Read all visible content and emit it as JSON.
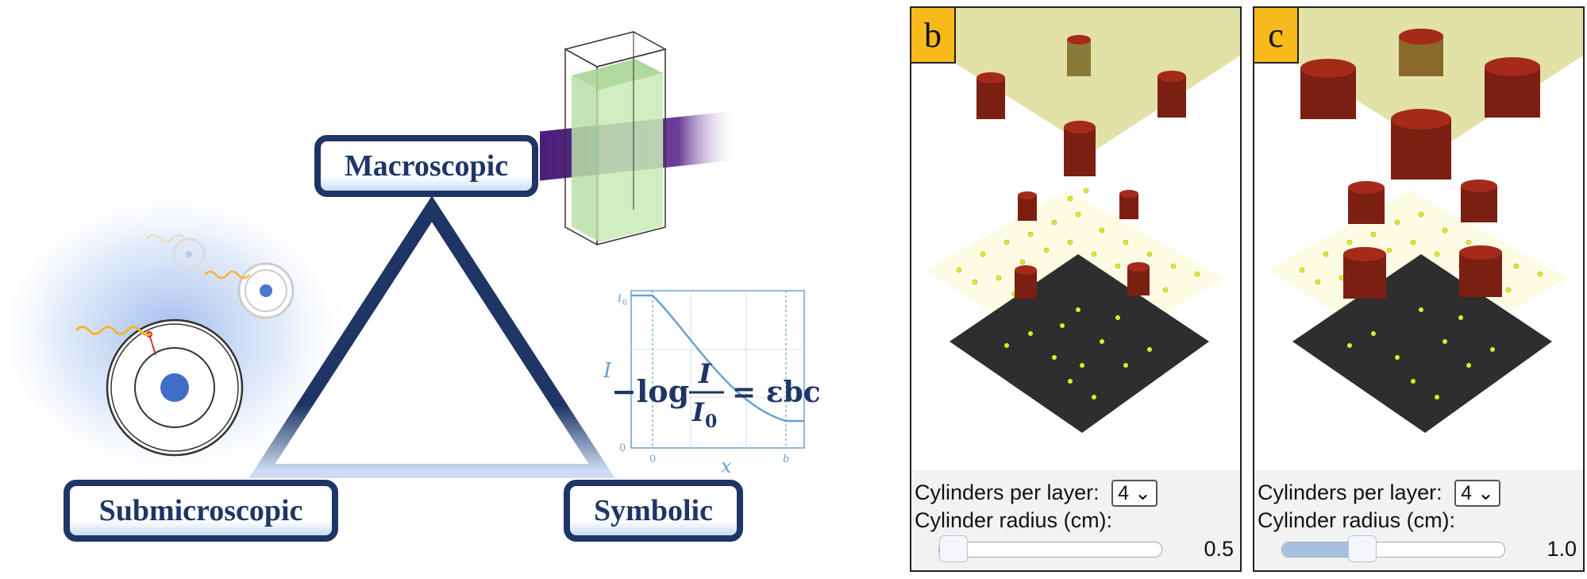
{
  "diagram": {
    "labels": {
      "macroscopic": "Macroscopic",
      "submicroscopic": "Submicroscopic",
      "symbolic": "Symbolic"
    },
    "equation": {
      "minus_log": "−log",
      "numerator": "I",
      "denominator": "I",
      "denominator_sub": "0",
      "rhs": "= εbc"
    },
    "plot": {
      "y_axis_label": "I",
      "x_axis_label": "x",
      "y_tick_top": "I",
      "y_tick_top_sub": "0",
      "y_tick_bottom": "0",
      "x_tick_left": "0",
      "x_tick_right": "b"
    }
  },
  "panels": [
    {
      "letter": "b",
      "cylinders_label": "Cylinders per layer:",
      "cylinders_value": "4",
      "radius_label": "Cylinder radius (cm):",
      "radius_value": "0.5",
      "slider_fraction": 0.0
    },
    {
      "letter": "c",
      "cylinders_label": "Cylinders per layer:",
      "cylinders_value": "4",
      "radius_label": "Cylinder radius (cm):",
      "radius_value": "1.0",
      "slider_fraction": 0.34
    }
  ],
  "colors": {
    "navy": "#1f3566",
    "beam": "#5a2a86",
    "liquid": "#b9e0a6",
    "panel_letter_bg": "#f7b91c",
    "cylinder": "#a52a1a",
    "dots": "#e4ea28",
    "plate": "#2e2e2e",
    "top_plane": "#e2e1a8"
  }
}
